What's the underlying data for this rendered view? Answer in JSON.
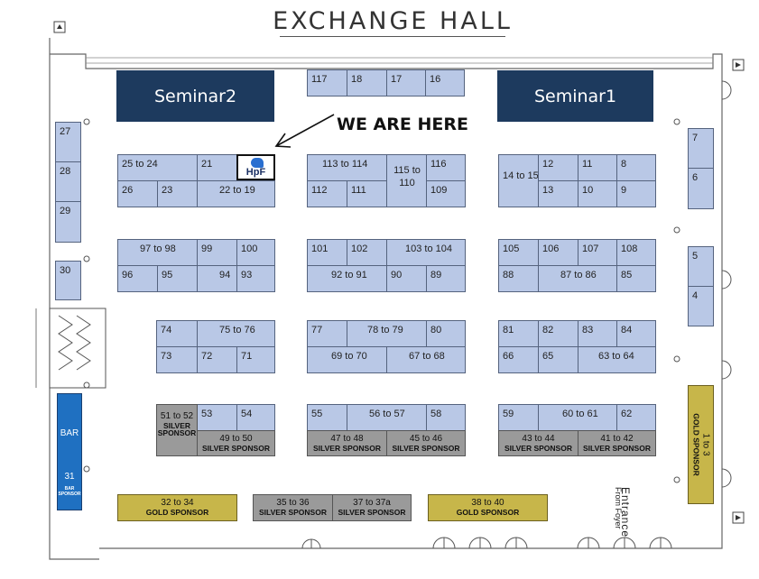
{
  "title": "EXCHANGE HALL",
  "seminars": {
    "left": "Seminar2",
    "right": "Seminar1"
  },
  "callout": {
    "text": "WE ARE HERE",
    "booth_label": "HpF"
  },
  "booths": [
    {
      "label": "117"
    },
    {
      "label": "18"
    },
    {
      "label": "17"
    },
    {
      "label": "16"
    },
    {
      "label": "27"
    },
    {
      "label": "28"
    },
    {
      "label": "29"
    },
    {
      "label": "30"
    },
    {
      "label": "25 to 24"
    },
    {
      "label": "21"
    },
    {
      "label": "26"
    },
    {
      "label": "23"
    },
    {
      "label": "22 to 19"
    },
    {
      "label": "113 to 114"
    },
    {
      "label": "115 to 110"
    },
    {
      "label": "116"
    },
    {
      "label": "112"
    },
    {
      "label": "111"
    },
    {
      "label": "109"
    },
    {
      "label": "14 to 15"
    },
    {
      "label": "12"
    },
    {
      "label": "11"
    },
    {
      "label": "8"
    },
    {
      "label": "13"
    },
    {
      "label": "10"
    },
    {
      "label": "9"
    },
    {
      "label": "7"
    },
    {
      "label": "6"
    },
    {
      "label": "5"
    },
    {
      "label": "4"
    },
    {
      "label": "97 to 98"
    },
    {
      "label": "99"
    },
    {
      "label": "100"
    },
    {
      "label": "96"
    },
    {
      "label": "95"
    },
    {
      "label": "94"
    },
    {
      "label": "93"
    },
    {
      "label": "101"
    },
    {
      "label": "102"
    },
    {
      "label": "103 to 104"
    },
    {
      "label": "92 to 91"
    },
    {
      "label": "90"
    },
    {
      "label": "89"
    },
    {
      "label": "105"
    },
    {
      "label": "106"
    },
    {
      "label": "107"
    },
    {
      "label": "108"
    },
    {
      "label": "88"
    },
    {
      "label": "87 to 86"
    },
    {
      "label": "85"
    },
    {
      "label": "74"
    },
    {
      "label": "75 to 76"
    },
    {
      "label": "73"
    },
    {
      "label": "72"
    },
    {
      "label": "71"
    },
    {
      "label": "77"
    },
    {
      "label": "78 to 79"
    },
    {
      "label": "80"
    },
    {
      "label": "69 to 70"
    },
    {
      "label": "67 to 68"
    },
    {
      "label": "81"
    },
    {
      "label": "82"
    },
    {
      "label": "83"
    },
    {
      "label": "84"
    },
    {
      "label": "66"
    },
    {
      "label": "65"
    },
    {
      "label": "63 to 64"
    },
    {
      "label": "53"
    },
    {
      "label": "54"
    },
    {
      "label": "55"
    },
    {
      "label": "56 to 57"
    },
    {
      "label": "58"
    },
    {
      "label": "59"
    },
    {
      "label": "60 to 61"
    },
    {
      "label": "62"
    }
  ],
  "sponsors": [
    {
      "number": "51 to 52",
      "label": "SILVER SPONSOR"
    },
    {
      "number": "49 to 50",
      "label": "SILVER SPONSOR"
    },
    {
      "number": "47 to 48",
      "label": "SILVER SPONSOR"
    },
    {
      "number": "45 to 46",
      "label": "SILVER SPONSOR"
    },
    {
      "number": "43 to 44",
      "label": "SILVER SPONSOR"
    },
    {
      "number": "41 to 42",
      "label": "SILVER SPONSOR"
    },
    {
      "number": "32 to 34",
      "label": "GOLD SPONSOR"
    },
    {
      "number": "35 to 36",
      "label": "SILVER SPONSOR"
    },
    {
      "number": "37 to 37a",
      "label": "SILVER SPONSOR"
    },
    {
      "number": "38 to 40",
      "label": "GOLD SPONSOR"
    }
  ],
  "gold_side": {
    "number": "1 to 3",
    "label": "GOLD SPONSOR"
  },
  "bar": {
    "label": "BAR",
    "booth": "31",
    "sponsor": "BAR SPONSOR"
  },
  "entrance": {
    "label": "Entrance",
    "sub": "From Foyer"
  },
  "colors": {
    "booth": "#b9c8e6",
    "seminar": "#1d3a5e",
    "silver": "#9a9a9a",
    "gold": "#c7b64a",
    "bar": "#1f70c1"
  }
}
